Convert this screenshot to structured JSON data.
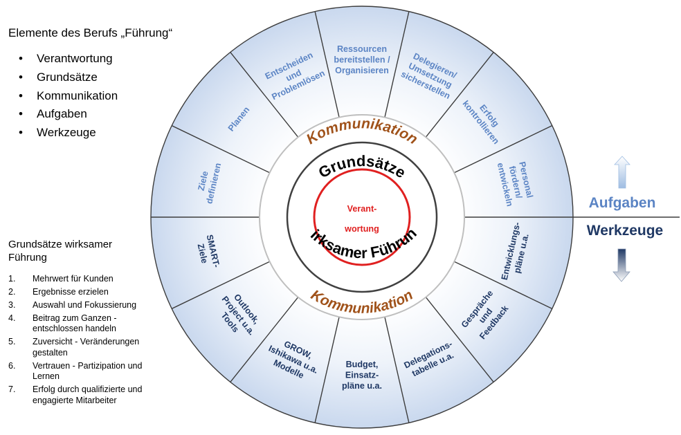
{
  "elements": {
    "title": "Elemente des Berufs „Führung“",
    "items": [
      "Verantwortung",
      "Grundsätze",
      "Kommunikation",
      "Aufgaben",
      "Werkzeuge"
    ]
  },
  "principles": {
    "title": "Grundsätze wirksamer\nFührung",
    "items": [
      {
        "num": "1.",
        "text": "Mehrwert für Kunden"
      },
      {
        "num": "2.",
        "text": "Ergebnisse erzielen"
      },
      {
        "num": "3.",
        "text": "Auswahl und Fokussierung"
      },
      {
        "num": "4.",
        "text": "Beitrag zum Ganzen -\nentschlossen handeln"
      },
      {
        "num": "5.",
        "text": "Zuversicht - Veränderungen\ngestalten"
      },
      {
        "num": "6.",
        "text": "Vertrauen - Partizipation und\nLernen"
      },
      {
        "num": "7.",
        "text": "Erfolg durch qualifizierte und\nengagierte Mitarbeiter"
      }
    ]
  },
  "wheel": {
    "center": {
      "line1": "Verant-",
      "line2": "wortung"
    },
    "principles_top": "Grundsätze",
    "principles_bottom": "wirksamer Führung",
    "communication_top": "Kommunikation",
    "communication_bottom": "Kommunikation",
    "tasks_label": "Aufgaben",
    "tools_label": "Werkzeuge",
    "tasks": [
      [
        "Ziele",
        "definieren"
      ],
      [
        "Planen"
      ],
      [
        "Entscheiden",
        "und",
        "Problemlösen"
      ],
      [
        "Ressourcen",
        "bereitstellen /",
        "Organisieren"
      ],
      [
        "Delegieren/",
        "Umsetzung",
        "sicherstellen"
      ],
      [
        "Erfolg",
        "kontrollieren"
      ],
      [
        "Personal",
        "fördern/",
        "entwickeln"
      ]
    ],
    "tools": [
      [
        "Entwicklungs-",
        "pläne u.a."
      ],
      [
        "Gespräche",
        "und",
        "Feedback"
      ],
      [
        "Delegations-",
        "tabelle u.a."
      ],
      [
        "Budget,",
        "Einsatz-",
        "pläne u.a."
      ],
      [
        "GROW,",
        "Ishikawa u.a.",
        "Modelle"
      ],
      [
        "Outlook,",
        "Project u.a.",
        "Tools"
      ],
      [
        "SMART-",
        "Ziele"
      ]
    ],
    "colors": {
      "tasks_text": "#5b84c4",
      "tools_text": "#1f3864",
      "communication": "#a0521a",
      "center_ring": "#e02020",
      "center_text": "#e02020",
      "principles_ring": "#404040",
      "segment_border": "#3c3c3c",
      "arrow_light": "#9fbde2",
      "arrow_dark": "#1f3864"
    }
  }
}
